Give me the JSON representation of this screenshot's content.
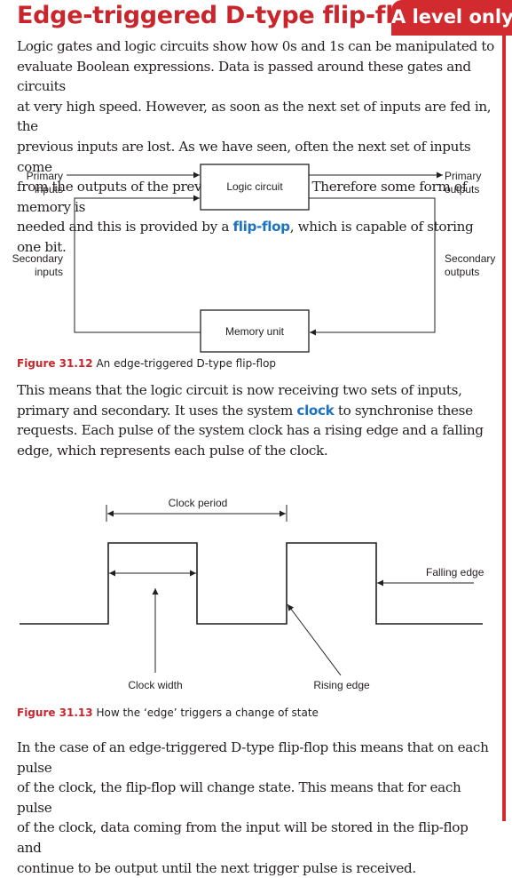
{
  "header": {
    "title": "Edge-triggered D-type flip-flop",
    "badge": "A level only"
  },
  "para1": {
    "lines": [
      "Logic gates and logic circuits show how 0s and 1s can be manipulated to",
      "evaluate Boolean expressions. Data is passed around these gates and circuits",
      "at very high speed. However, as soon as the next set of inputs are fed in, the",
      "previous inputs are lost. As we have seen, often the next set of inputs come",
      "from the outputs of the previous calculation. Therefore some form of memory is"
    ],
    "last_line_before": "needed and this is provided by a ",
    "term": "flip-flop",
    "last_line_after": ", which is capable of storing one bit."
  },
  "figure1": {
    "labels": {
      "primary_inputs": [
        "Primary",
        "inputs"
      ],
      "secondary_inputs": [
        "Secondary",
        "inputs"
      ],
      "primary_outputs": [
        "Primary",
        "outputs"
      ],
      "secondary_outputs": [
        "Secondary",
        "outputs"
      ],
      "logic_circuit": "Logic circuit",
      "memory_unit": "Memory unit"
    },
    "caption_number": "Figure 31.12",
    "caption_text": " An edge-triggered D-type flip-flop"
  },
  "para2": {
    "line1": "This means that the logic circuit is now receiving two sets of inputs,",
    "line2_before": "primary and secondary. It uses the system ",
    "term": "clock",
    "line2_after": " to synchronise these",
    "line3": "requests. Each pulse of the system clock has a rising edge and a falling",
    "line4": "edge, which represents each pulse of the clock."
  },
  "figure2": {
    "labels": {
      "clock_period": "Clock period",
      "falling_edge": "Falling edge",
      "clock_width": "Clock width",
      "rising_edge": "Rising edge"
    },
    "caption_number": "Figure 31.13",
    "caption_text": " How the ‘edge’ triggers a change of state"
  },
  "para3": {
    "lines": [
      "In the case of an edge-triggered D-type flip-flop this means that on each pulse",
      "of the clock, the flip-flop will change state. This means that for each pulse",
      "of the clock, data coming from the input will be stored in the flip-flop and",
      "continue to be output until the next trigger pulse is received."
    ]
  },
  "colors": {
    "title_red": "#c8262c",
    "badge_red": "#d22b2f",
    "term_blue": "#1e73be",
    "text": "#231f20"
  }
}
